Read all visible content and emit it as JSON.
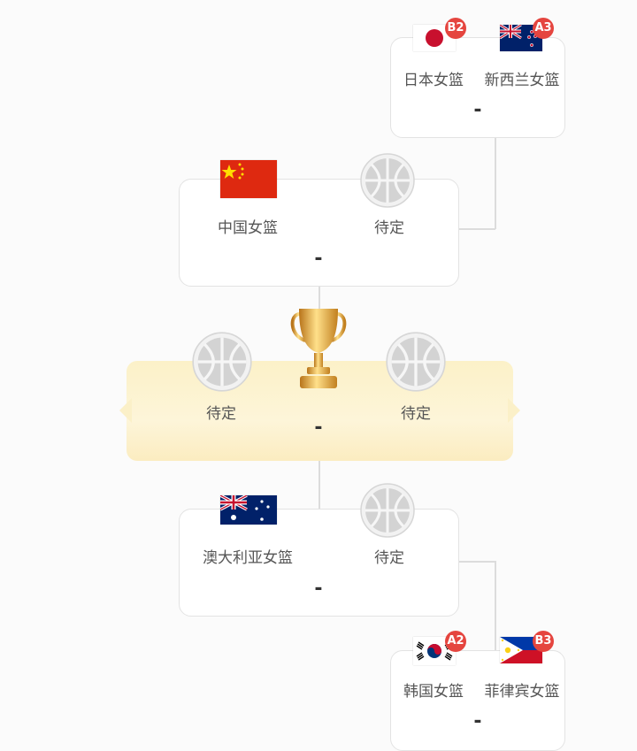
{
  "semi_top": {
    "team_a": {
      "name": "日本女篮",
      "seed": "B2",
      "flag": "japan"
    },
    "team_b": {
      "name": "新西兰女篮",
      "seed": "A3",
      "flag": "new-zealand"
    },
    "score": "-"
  },
  "qf_top": {
    "team_a": {
      "name": "中国女篮",
      "flag": "china"
    },
    "team_b": {
      "name": "待定",
      "icon": "basketball-placeholder-icon"
    },
    "score": "-"
  },
  "final": {
    "team_a": {
      "name": "待定",
      "icon": "basketball-placeholder-icon"
    },
    "team_b": {
      "name": "待定",
      "icon": "basketball-placeholder-icon"
    },
    "trophy_icon": "trophy-icon",
    "score": "-"
  },
  "qf_bottom": {
    "team_a": {
      "name": "澳大利亚女篮",
      "flag": "australia"
    },
    "team_b": {
      "name": "待定",
      "icon": "basketball-placeholder-icon"
    },
    "score": "-"
  },
  "semi_bottom": {
    "team_a": {
      "name": "韩国女篮",
      "seed": "A2",
      "flag": "south-korea"
    },
    "team_b": {
      "name": "菲律宾女篮",
      "seed": "B3",
      "flag": "philippines"
    },
    "score": "-"
  },
  "colors": {
    "seed_badge": "#e5453f",
    "final_bg": "#fcf1c8",
    "border": "#e3e3e3"
  }
}
